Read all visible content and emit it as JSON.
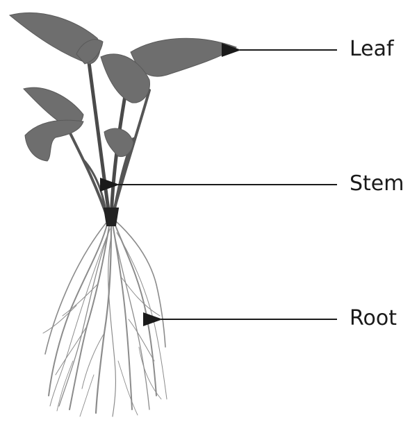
{
  "labels": {
    "leaf": "Leaf",
    "stem": "Stem",
    "root": "Root"
  },
  "colors": {
    "foliage": "#6e6e6e",
    "stem": "#2a2a2a",
    "root": "#8c8c8c",
    "arrow": "#1a1a1a"
  },
  "icons": {
    "plant": "plant-illustration",
    "pointer": "arrow-pointer"
  }
}
